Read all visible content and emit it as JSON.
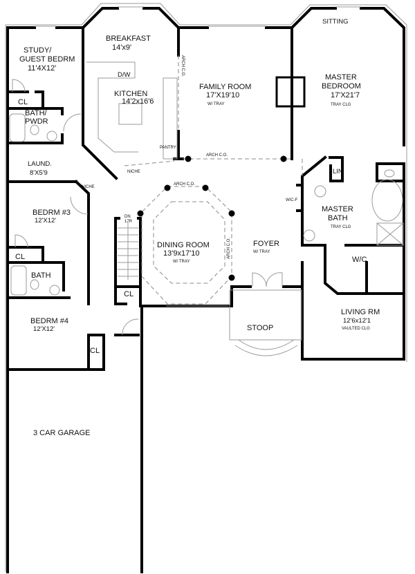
{
  "rooms": {
    "breakfast": {
      "name": "BREAKFAST",
      "size": "14'x9'"
    },
    "study": {
      "name1": "STUDY/",
      "name2": "GUEST BEDRM",
      "size": "11'4X12'"
    },
    "kitchen": {
      "name": "KITCHEN",
      "size": "14'2x16'6",
      "dw": "D/W",
      "pantry": "PANTRY"
    },
    "family": {
      "name": "FAMILY ROOM",
      "size": "17'X19'10",
      "note": "W/ TRAY"
    },
    "sitting": {
      "name": "SITTING"
    },
    "master_bedroom": {
      "name1": "MASTER",
      "name2": "BEDROOM",
      "size": "17'X21'7",
      "note": "TRAY CLG"
    },
    "study_closet": {
      "name": "CL"
    },
    "bath_pwdr": {
      "name1": "BATH/",
      "name2": "PWDR"
    },
    "laundry": {
      "name": "LAUND.",
      "size": "8'X5'9"
    },
    "bedroom3": {
      "name": "BEDRM #3",
      "size": "12'X12'"
    },
    "bedroom3_closet": {
      "name": "CL"
    },
    "bath": {
      "name": "BATH"
    },
    "bedroom4": {
      "name": "BEDRM #4",
      "size": "12'X12'"
    },
    "bedroom4_closet": {
      "name": "CL"
    },
    "hall_closet": {
      "name": "CL"
    },
    "dining": {
      "name": "DINING ROOM",
      "size": "13'9x17'10",
      "note": "W/ TRAY"
    },
    "foyer": {
      "name": "FOYER",
      "note": "W/ TRAY"
    },
    "stoop": {
      "name": "STOOP"
    },
    "master_bath": {
      "name1": "MASTER",
      "name2": "BATH",
      "note": "TRAY CLG"
    },
    "linen": {
      "name": "LIN"
    },
    "wic": {
      "name": "W/C"
    },
    "living": {
      "name": "LIVING RM",
      "size": "12'6x12'1",
      "note": "VAULTED CLG"
    },
    "garage": {
      "name": "3 CAR GARAGE"
    }
  },
  "annotations": {
    "arch_family": "ARCH C.O.",
    "arch_family_left": "ARCH C.O.",
    "arch_dining_top": "ARCH C.O.",
    "arch_dining_right": "ARCH C.O.",
    "niche_kitchen": "NICHE",
    "niche_bedroom": "NICHE",
    "stair_dn": "DN",
    "stair_risers": "17R",
    "wic_f": "WIC-F"
  }
}
